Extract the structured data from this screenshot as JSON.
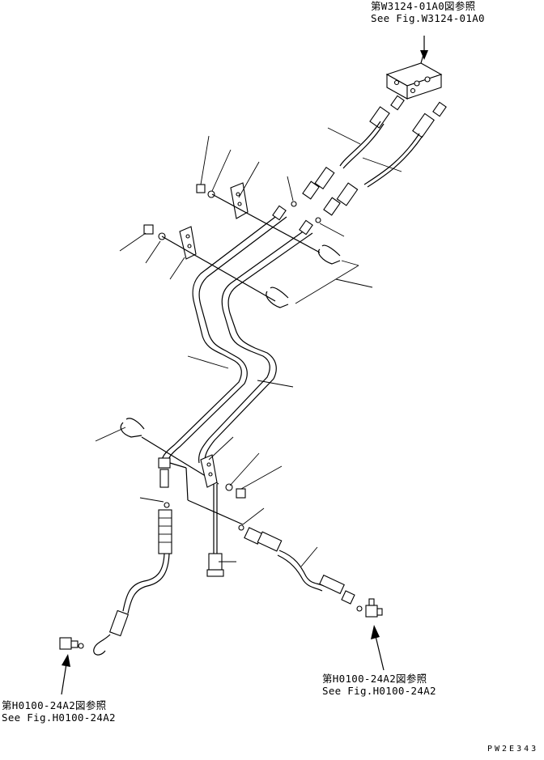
{
  "references": {
    "top_right": {
      "jp": "第W3124-01A0図参照",
      "en": "See Fig.W3124-01A0"
    },
    "bottom_right": {
      "jp": "第H0100-24A2図参照",
      "en": "See Fig.H0100-24A2"
    },
    "bottom_left": {
      "jp": "第H0100-24A2図参照",
      "en": "See Fig.H0100-24A2"
    }
  },
  "drawing_code": "PW2E343"
}
